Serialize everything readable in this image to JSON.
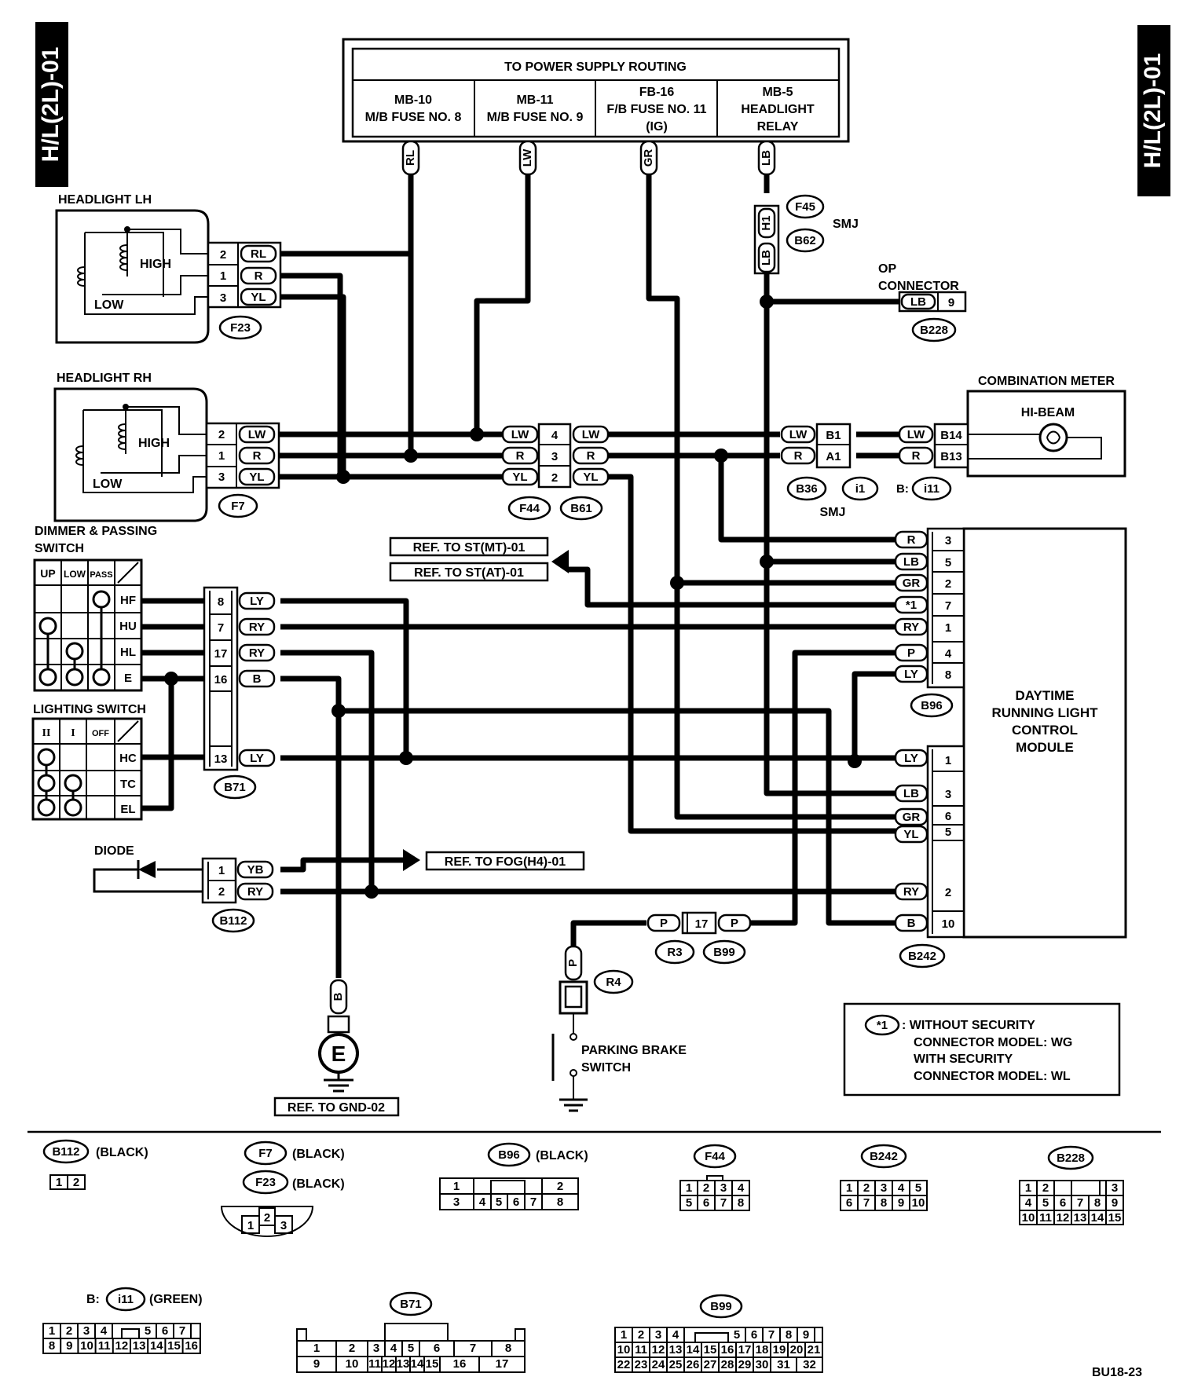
{
  "page_tag": "H/L(2L)-01",
  "power_supply": {
    "title": "TO POWER SUPPLY ROUTING",
    "cols": [
      {
        "l1": "MB-10",
        "l2": "M/B FUSE NO. 8",
        "l3": ""
      },
      {
        "l1": "MB-11",
        "l2": "M/B FUSE NO. 9",
        "l3": ""
      },
      {
        "l1": "FB-16",
        "l2": "F/B FUSE NO. 11",
        "l3": "(IG)"
      },
      {
        "l1": "MB-5",
        "l2": "HEADLIGHT",
        "l3": "RELAY"
      }
    ],
    "wires": [
      "RL",
      "LW",
      "GR",
      "LB"
    ]
  },
  "headlight_lh": {
    "title": "HEADLIGHT LH",
    "high": "HIGH",
    "low": "LOW",
    "pins": [
      "2",
      "1",
      "3"
    ],
    "wires": [
      "RL",
      "R",
      "YL"
    ],
    "connector": "F23"
  },
  "headlight_rh": {
    "title": "HEADLIGHT RH",
    "high": "HIGH",
    "low": "LOW",
    "pins": [
      "2",
      "1",
      "3"
    ],
    "wires": [
      "LW",
      "R",
      "YL"
    ],
    "connector": "F7"
  },
  "smj_top": {
    "c1": "F45",
    "c2": "B62",
    "label": "SMJ",
    "pin": "H1",
    "wire": "LB"
  },
  "op_connector": {
    "title1": "OP",
    "title2": "CONNECTOR",
    "wire": "LB",
    "pin": "9",
    "connector": "B228"
  },
  "mid_connector": {
    "left_wires": [
      "LW",
      "R",
      "YL"
    ],
    "pins": [
      "4",
      "3",
      "2"
    ],
    "right_wires": [
      "LW",
      "R",
      "YL"
    ],
    "c1": "F44",
    "c2": "B61"
  },
  "smj_mid": {
    "wires": [
      "LW",
      "R"
    ],
    "pins": [
      "B1",
      "A1"
    ],
    "c1": "B36",
    "c2": "i1",
    "label": "SMJ"
  },
  "combination_meter": {
    "title": "COMBINATION METER",
    "lamp": "HI-BEAM",
    "wires": [
      "LW",
      "R"
    ],
    "pins": [
      "B14",
      "B13"
    ],
    "prefix": "B:",
    "connector": "i11"
  },
  "dimmer": {
    "title1": "DIMMER & PASSING",
    "title2": "SWITCH",
    "cols": [
      "UP",
      "LOW",
      "PASS"
    ],
    "rows": [
      "HF",
      "HU",
      "HL",
      "E"
    ]
  },
  "lighting": {
    "title": "LIGHTING SWITCH",
    "cols": [
      "II",
      "I",
      "OFF"
    ],
    "rows": [
      "HC",
      "TC",
      "EL"
    ]
  },
  "b71_connector": {
    "pins": [
      "8",
      "7",
      "17",
      "16",
      "13"
    ],
    "wires": [
      "LY",
      "RY",
      "RY",
      "B",
      "LY"
    ],
    "connector": "B71"
  },
  "refs": {
    "st_mt": "REF. TO ST(MT)-01",
    "st_at": "REF. TO ST(AT)-01",
    "fog": "REF. TO FOG(H4)-01",
    "gnd": "REF. TO GND-02"
  },
  "diode": {
    "title": "DIODE",
    "pins": [
      "1",
      "2"
    ],
    "wires": [
      "YB",
      "RY"
    ],
    "connector": "B112"
  },
  "ground": {
    "wire": "B",
    "symbol": "E"
  },
  "parking_brake": {
    "wire": "P",
    "connector": "R4",
    "l1": "PARKING BRAKE",
    "l2": "SWITCH"
  },
  "r3b99": {
    "wires": [
      "P",
      "P"
    ],
    "pin": "17",
    "c1": "R3",
    "c2": "B99"
  },
  "drl_module": {
    "l1": "DAYTIME",
    "l2": "RUNNING LIGHT",
    "l3": "CONTROL",
    "l4": "MODULE",
    "upper_wires": [
      "R",
      "LB",
      "GR",
      "*1",
      "RY",
      "P",
      "LY"
    ],
    "upper_pins": [
      "3",
      "5",
      "2",
      "7",
      "1",
      "4",
      "8"
    ],
    "upper_connector": "B96",
    "lower_wires": [
      "LY",
      "LB",
      "GR",
      "YL",
      "RY",
      "B"
    ],
    "lower_pins": [
      "1",
      "3",
      "6",
      "5",
      "2",
      "10"
    ],
    "lower_connector": "B242"
  },
  "note": {
    "mark": "*1",
    "l1": ": WITHOUT SECURITY",
    "l2": "CONNECTOR MODEL: WG",
    "l3": "WITH SECURITY",
    "l4": "CONNECTOR MODEL: WL"
  },
  "legend": {
    "b112": {
      "name": "B112",
      "color": "(BLACK)",
      "pins": [
        "1",
        "2"
      ]
    },
    "f7": {
      "name": "F7",
      "color": "(BLACK)"
    },
    "f23": {
      "name": "F23",
      "color": "(BLACK)",
      "pins": [
        "1",
        "2",
        "3"
      ]
    },
    "b96": {
      "name": "B96",
      "color": "(BLACK)",
      "top": [
        "1",
        "2"
      ],
      "bottom": [
        "3",
        "4",
        "5",
        "6",
        "7",
        "8"
      ]
    },
    "f44": {
      "name": "F44",
      "top": [
        "1",
        "2",
        "3",
        "4"
      ],
      "bottom": [
        "5",
        "6",
        "7",
        "8"
      ]
    },
    "b242": {
      "name": "B242",
      "top": [
        "1",
        "2",
        "3",
        "4",
        "5"
      ],
      "bottom": [
        "6",
        "7",
        "8",
        "9",
        "10"
      ]
    },
    "b228": {
      "name": "B228",
      "top": [
        "1",
        "2",
        "3"
      ],
      "mid": [
        "4",
        "5",
        "6",
        "7",
        "8",
        "9"
      ],
      "bottom": [
        "10",
        "11",
        "12",
        "13",
        "14",
        "15"
      ]
    },
    "i11": {
      "prefix": "B:",
      "name": "i11",
      "color": "(GREEN)",
      "top": [
        "1",
        "2",
        "3",
        "4",
        "5",
        "6",
        "7"
      ],
      "bottom": [
        "8",
        "9",
        "10",
        "11",
        "12",
        "13",
        "14",
        "15",
        "16"
      ]
    },
    "b71": {
      "name": "B71",
      "top": [
        "1",
        "2",
        "3",
        "4",
        "5",
        "6",
        "7",
        "8"
      ],
      "bottom": [
        "9",
        "10",
        "11",
        "12",
        "13",
        "14",
        "15",
        "16",
        "17"
      ]
    },
    "b99": {
      "name": "B99",
      "top": [
        "1",
        "2",
        "3",
        "4",
        "5",
        "6",
        "7",
        "8",
        "9"
      ],
      "mid": [
        "10",
        "11",
        "12",
        "13",
        "14",
        "15",
        "16",
        "17",
        "18",
        "19",
        "20",
        "21"
      ],
      "bottom": [
        "22",
        "23",
        "24",
        "25",
        "26",
        "27",
        "28",
        "29",
        "30",
        "31",
        "32"
      ]
    }
  },
  "figure_code": "BU18-23"
}
